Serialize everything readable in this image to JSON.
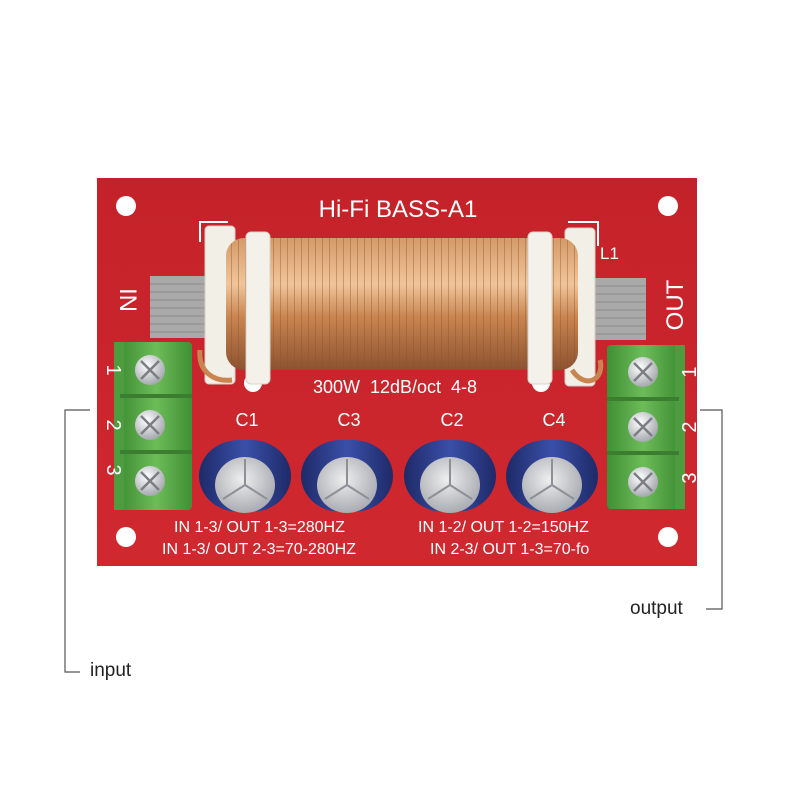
{
  "board": {
    "title": "Hi-Fi BASS-A1",
    "subtitle": "300W  12dB/oct  4-8",
    "coil_label": "L1",
    "in_label": "IN",
    "out_label": "OUT",
    "capacitor_labels": [
      "C1",
      "C3",
      "C2",
      "C4"
    ],
    "in_pins": [
      "1",
      "2",
      "3"
    ],
    "out_pins": [
      "1",
      "2",
      "3"
    ],
    "notes": [
      "IN 1-3/ OUT 1-3=280HZ",
      "IN 1-2/ OUT 1-2=150HZ",
      "IN 1-3/ OUT 2-3=70-280HZ",
      "IN 2-3/ OUT 1-3=70-fo"
    ]
  },
  "callouts": {
    "input": "input",
    "output": "output"
  },
  "colors": {
    "pcb": "#c8232b",
    "terminal": "#5aa84a",
    "copper": "#c98550",
    "capacitor": "#2c3d8a"
  }
}
